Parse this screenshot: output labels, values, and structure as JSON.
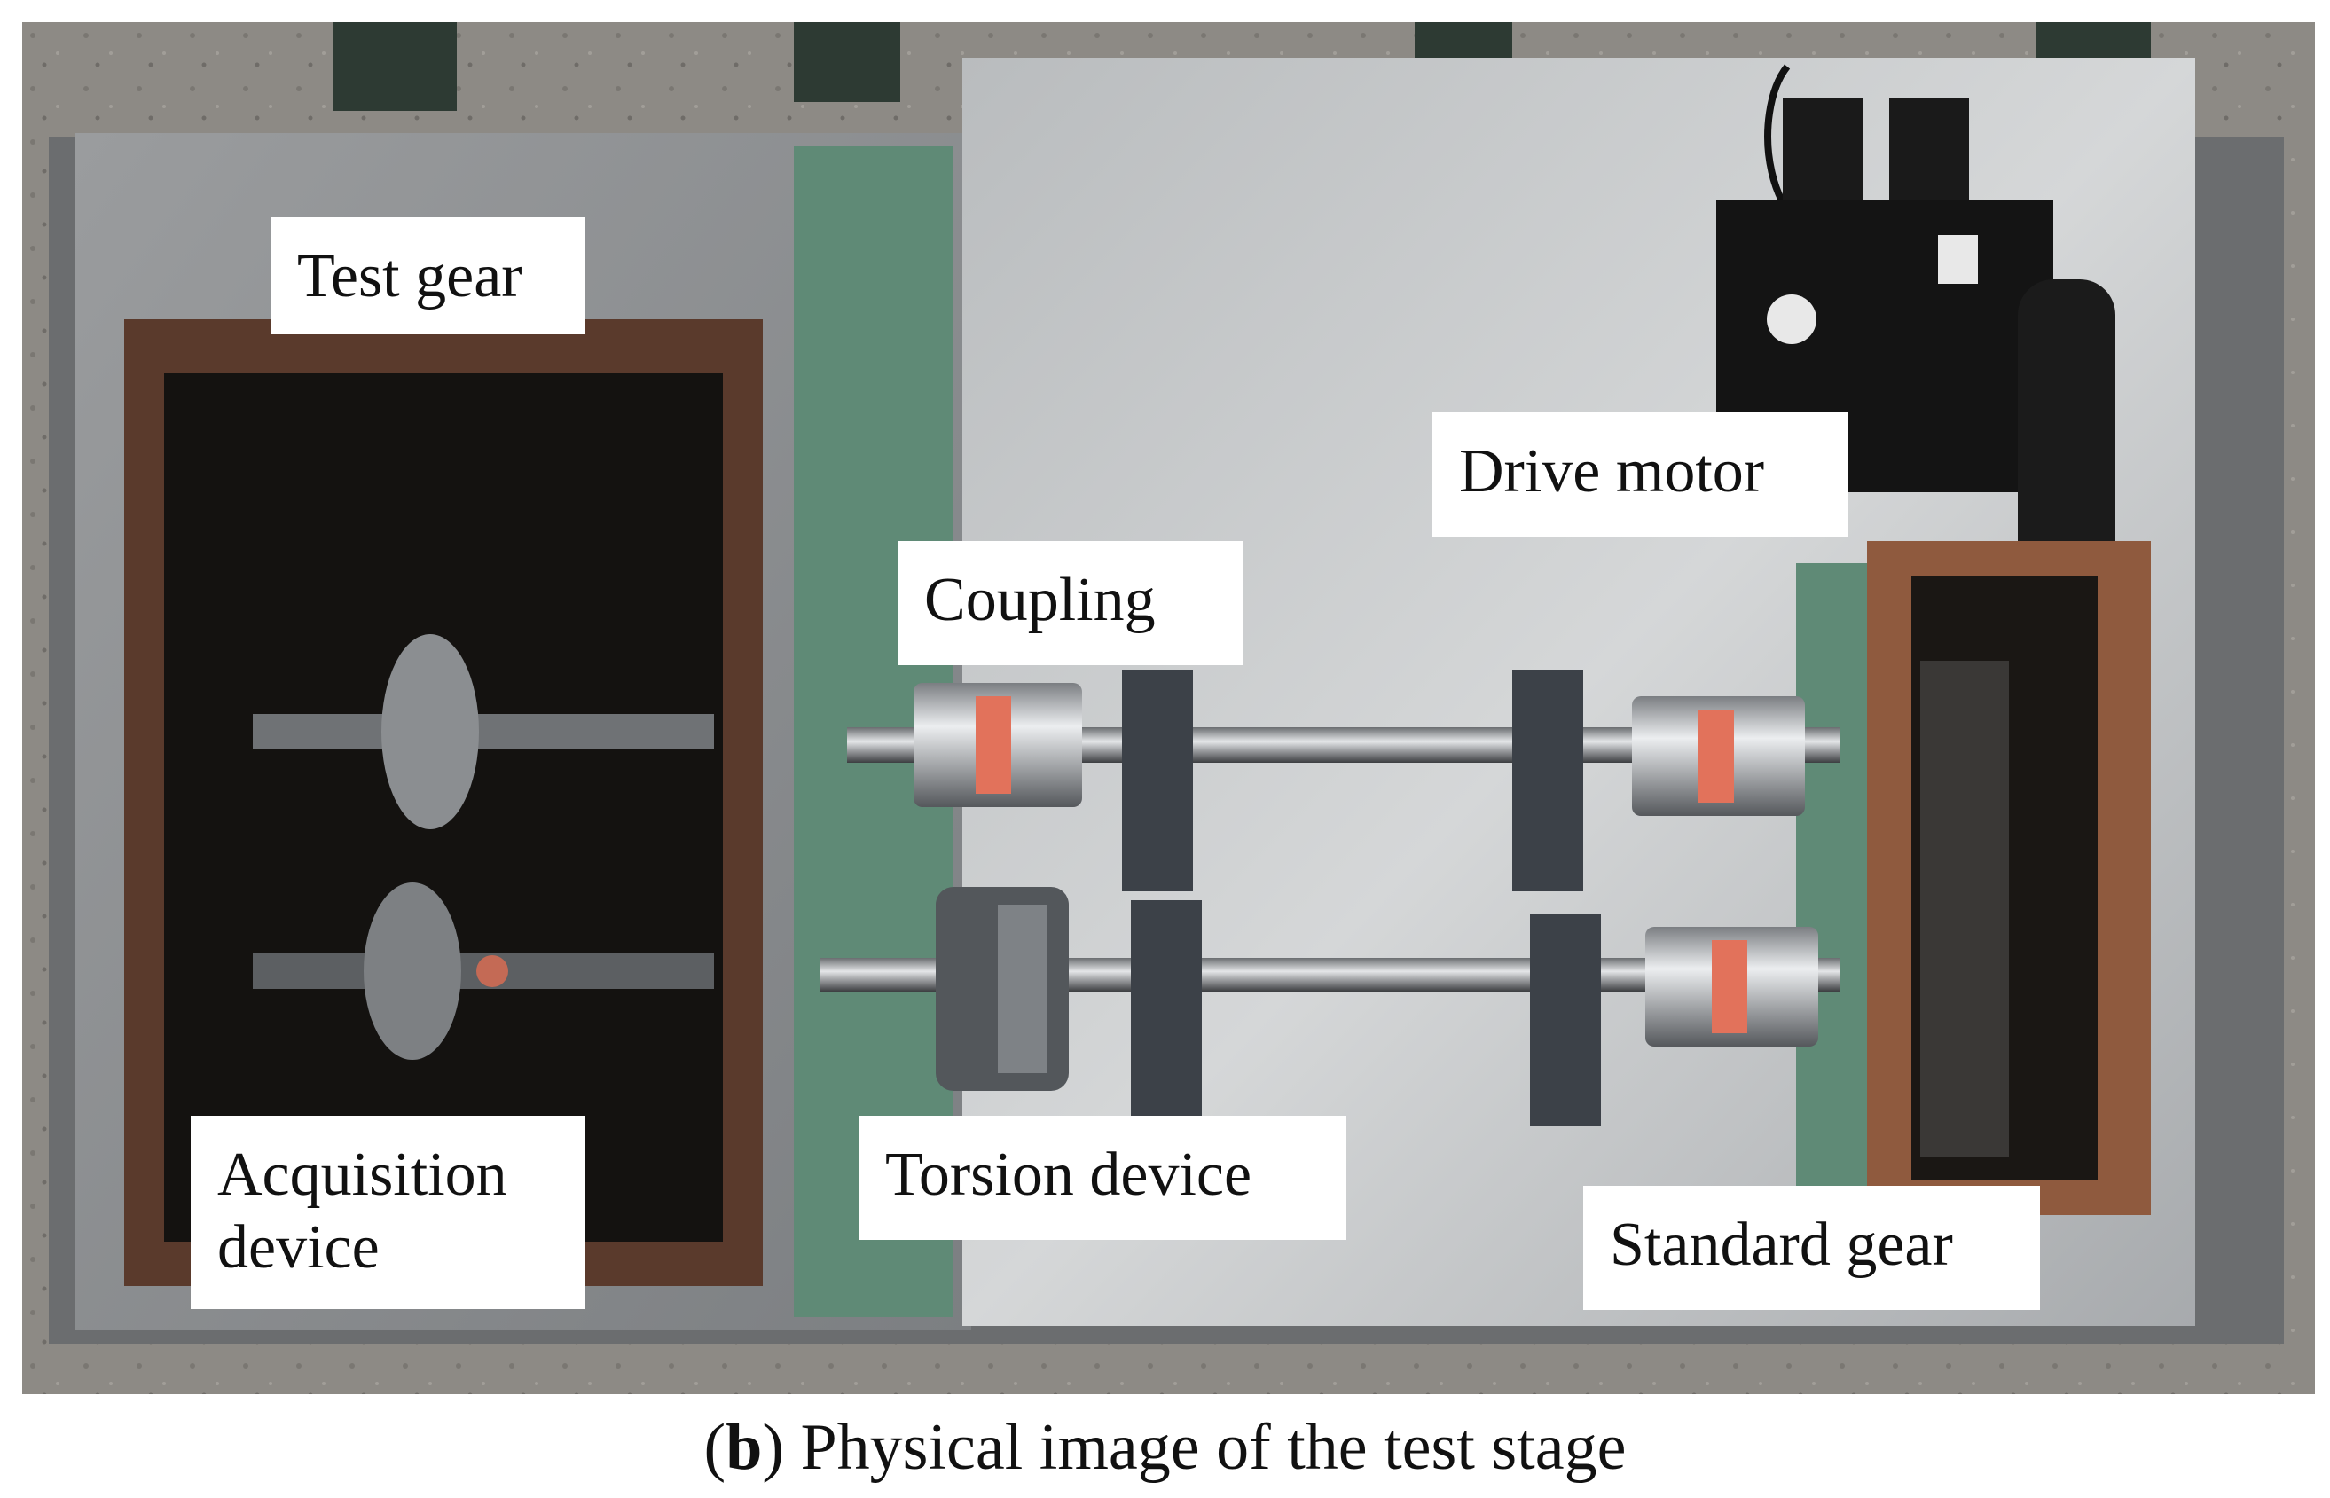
{
  "figure": {
    "labels": {
      "test_gear": "Test gear",
      "drive_motor": "Drive motor",
      "coupling": "Coupling",
      "acquisition_device": "Acquisition\ndevice",
      "torsion_device": "Torsion device",
      "standard_gear": "Standard gear"
    },
    "caption": {
      "open_paren": "(",
      "letter": "b",
      "text": ") Physical image of the test stage"
    }
  }
}
